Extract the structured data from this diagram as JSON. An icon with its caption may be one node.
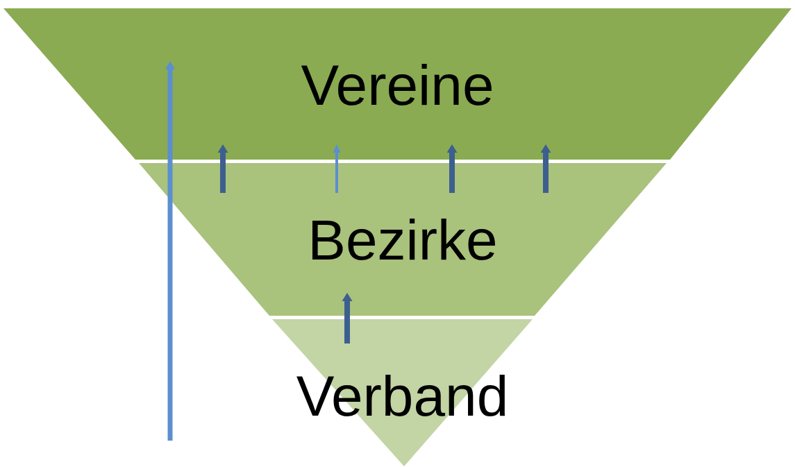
{
  "diagram": {
    "nodes": [
      {
        "text": [
          "Vereine"
        ]
      },
      {
        "text": [
          "Bezirke"
        ]
      },
      {
        "text": [
          "Verband"
        ]
      }
    ],
    "edges": [
      {
        "from": null,
        "to": 0,
        "arrow": "to",
        "color": "#5b8fd0"
      },
      {
        "from": 1,
        "to": 0,
        "arrow": "to"
      },
      {
        "from": 1,
        "to": 0,
        "arrow": "to",
        "color": "#5b8fd0"
      },
      {
        "from": 1,
        "to": 0,
        "arrow": "to"
      },
      {
        "from": 1,
        "to": 0,
        "arrow": "to"
      },
      {
        "from": 2,
        "to": 1,
        "arrow": "to"
      }
    ]
  }
}
